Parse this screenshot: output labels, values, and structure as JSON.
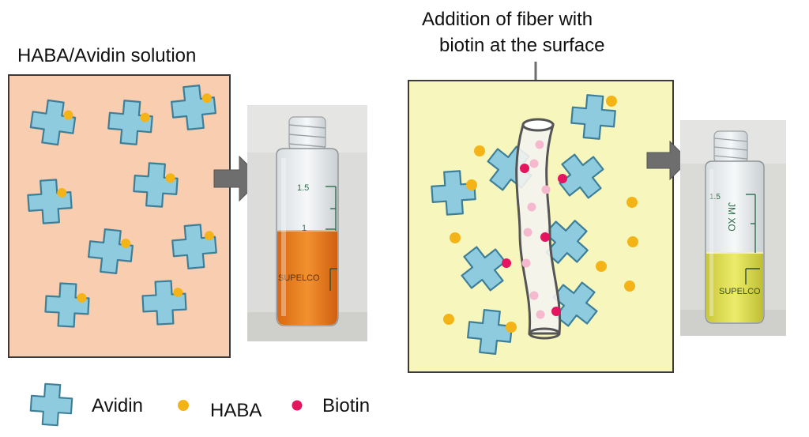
{
  "left_panel": {
    "title": "HABA/Avidin solution",
    "bg_color": "#f8cdb0",
    "vial_label": "SUPELCO",
    "vial_mark_top": "1.5",
    "vial_mark_bottom": "1",
    "liquid_color": "#ef7f1e"
  },
  "right_panel": {
    "title_line1": "Addition of fiber with",
    "title_line2": "biotin at the surface",
    "bg_color": "#f7f7bd",
    "vial_label": "SUPELCO",
    "vial_text_side": "JM XO",
    "vial_mark_top": "1.5",
    "liquid_color": "#e0e04a"
  },
  "legend": {
    "avidin": "Avidin",
    "haba": "HABA",
    "biotin": "Biotin"
  },
  "colors": {
    "avidin_fill": "#8fcbdf",
    "avidin_stroke": "#3d7f99",
    "haba": "#f4b417",
    "biotin": "#e5145f",
    "arrow": "#6e6e6e"
  },
  "icons": {
    "avidin": "cross-protein-icon",
    "haba": "yellow-dot-icon",
    "biotin": "pink-dot-icon",
    "arrow": "right-arrow-icon"
  }
}
